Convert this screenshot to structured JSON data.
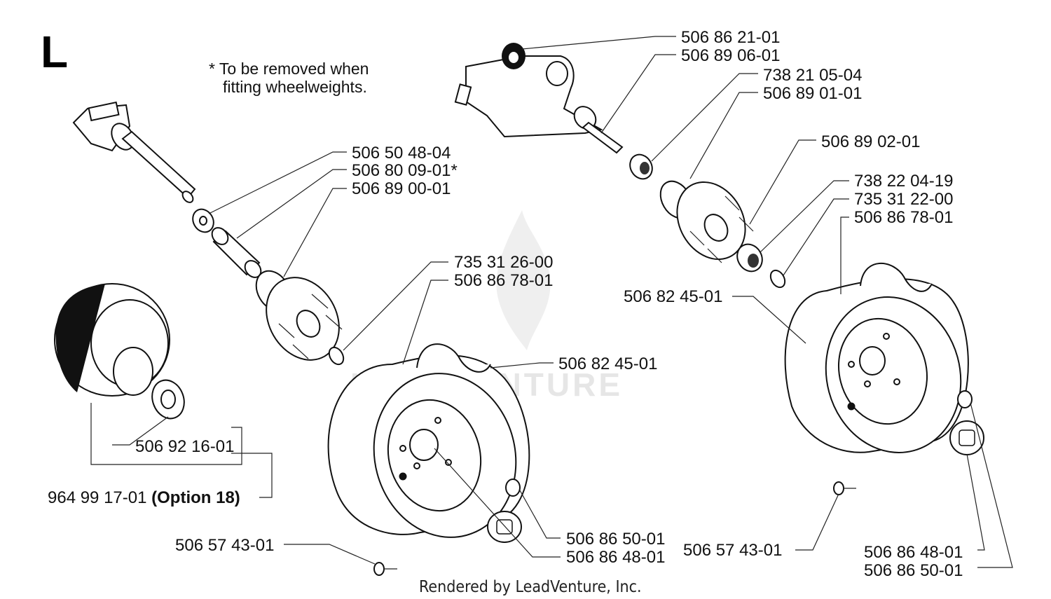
{
  "section_letter": "L",
  "note": {
    "line1": "* To be removed when",
    "line2": "fitting wheelweights."
  },
  "watermark": "LEADVENTURE",
  "credit": "Rendered by LeadVenture, Inc.",
  "labels": {
    "l_506_86_21_01": "506 86 21-01",
    "l_506_89_06_01": "506 89 06-01",
    "l_738_21_05_04": "738 21 05-04",
    "l_506_89_01_01": "506 89 01-01",
    "l_506_89_02_01": "506 89 02-01",
    "l_738_22_04_19": "738 22 04-19",
    "l_735_31_22_00": "735 31 22-00",
    "l_506_86_78_01_right": "506 86 78-01",
    "l_506_82_45_01_right": "506 82 45-01",
    "l_506_50_48_04": "506 50 48-04",
    "l_506_80_09_01": "506 80 09-01*",
    "l_506_89_00_01": "506 89 00-01",
    "l_735_31_26_00": "735 31 26-00",
    "l_506_86_78_01_left": "506 86 78-01",
    "l_506_82_45_01_left": "506 82 45-01",
    "l_506_92_16_01": "506 92 16-01",
    "l_964_99_17_01": "964 99 17-01 ",
    "l_option_18": "(Option 18)",
    "l_506_57_43_01_left": "506 57 43-01",
    "l_506_86_50_01_left": "506 86 50-01",
    "l_506_86_48_01_left": "506 86 48-01",
    "l_506_57_43_01_right": "506 57 43-01",
    "l_506_86_48_01_right": "506 86 48-01",
    "l_506_86_50_01_right": "506 86 50-01"
  }
}
